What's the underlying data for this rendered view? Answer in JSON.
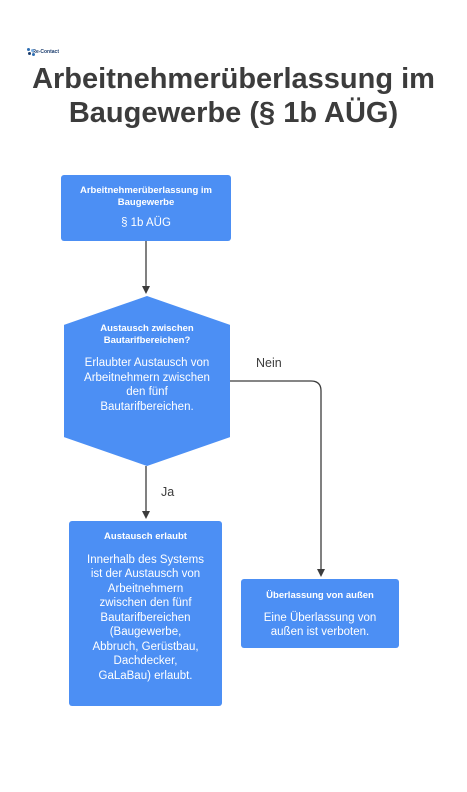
{
  "brand": {
    "logo_text": "Re-Contact"
  },
  "title": {
    "line1": "Arbeitnehmerüberlassung im",
    "line2": "Baugewerbe (§ 1b AÜG)"
  },
  "nodes": {
    "start": {
      "title": "Arbeitnehmerüberlassung im Baugewerbe",
      "body": "§ 1b AÜG"
    },
    "decision": {
      "title": "Austausch zwischen Bautarifbereichen?",
      "body": "Erlaubter Austausch von Arbeitnehmern zwischen den fünf Bautarifbereichen."
    },
    "allowed": {
      "title": "Austausch erlaubt",
      "body": "Innerhalb des Systems ist der Austausch von Arbeitnehmern zwischen den fünf Bautarifbereichen (Baugewerbe, Abbruch, Gerüstbau, Dachdecker, GaLaBau) erlaubt."
    },
    "outside": {
      "title": "Überlassung von außen",
      "body": "Eine Überlassung von außen ist verboten."
    }
  },
  "edges": {
    "yes_label": "Ja",
    "no_label": "Nein"
  },
  "colors": {
    "node_fill": "#4c8ff4",
    "node_text": "#ffffff",
    "title_text": "#3c3c3c",
    "connector": "#3c3c3c"
  }
}
